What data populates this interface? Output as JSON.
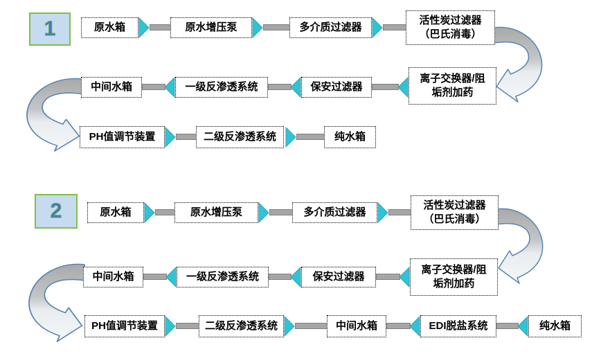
{
  "colors": {
    "triangle_fill": "#2EC4D6",
    "triangle_outline": "#3D9DB3",
    "connector_fill": "#A6A6A6",
    "connector_border": "#7F7F7F",
    "curve_outline": "#5B84B0",
    "curve_top_fill": "#A9A9A9",
    "curve_bottom_fill": "#F5F7F9",
    "badge_fill": "#C6DBEF",
    "badge_border": "#7DC142",
    "badge_number": "#3A7CC4",
    "box_border": "#000000",
    "background": "#FFFFFF"
  },
  "flows": [
    {
      "badge": "1",
      "rows": [
        {
          "nodes": [
            {
              "lines": [
                "原水箱"
              ]
            },
            {
              "lines": [
                "原水增压泵"
              ]
            },
            {
              "lines": [
                "多介质过滤器"
              ]
            },
            {
              "lines": [
                "活性炭过滤器",
                "（巴氏消毒）"
              ]
            }
          ]
        },
        {
          "nodes": [
            {
              "lines": [
                "中间水箱"
              ]
            },
            {
              "lines": [
                "一级反渗透系统"
              ]
            },
            {
              "lines": [
                "保安过滤器"
              ]
            },
            {
              "lines": [
                "离子交换器/阻",
                "垢剂加药"
              ]
            }
          ]
        },
        {
          "nodes": [
            {
              "lines": [
                "PH值调节装置"
              ]
            },
            {
              "lines": [
                "二级反渗透系统"
              ]
            },
            {
              "lines": [
                "纯水箱"
              ]
            }
          ]
        }
      ]
    },
    {
      "badge": "2",
      "rows": [
        {
          "nodes": [
            {
              "lines": [
                "原水箱"
              ]
            },
            {
              "lines": [
                "原水增压泵"
              ]
            },
            {
              "lines": [
                "多介质过滤器"
              ]
            },
            {
              "lines": [
                "活性炭过滤器",
                "（巴氏消毒）"
              ]
            }
          ]
        },
        {
          "nodes": [
            {
              "lines": [
                "中间水箱"
              ]
            },
            {
              "lines": [
                "一级反渗透系统"
              ]
            },
            {
              "lines": [
                "保安过滤器"
              ]
            },
            {
              "lines": [
                "离子交换器/阻",
                "垢剂加药"
              ]
            }
          ]
        },
        {
          "nodes": [
            {
              "lines": [
                "PH值调节装置"
              ]
            },
            {
              "lines": [
                "二级反渗透系统"
              ]
            },
            {
              "lines": [
                "中间水箱"
              ]
            },
            {
              "lines": [
                "EDI脱盐系统"
              ]
            },
            {
              "lines": [
                "纯水箱"
              ]
            }
          ]
        }
      ]
    }
  ]
}
